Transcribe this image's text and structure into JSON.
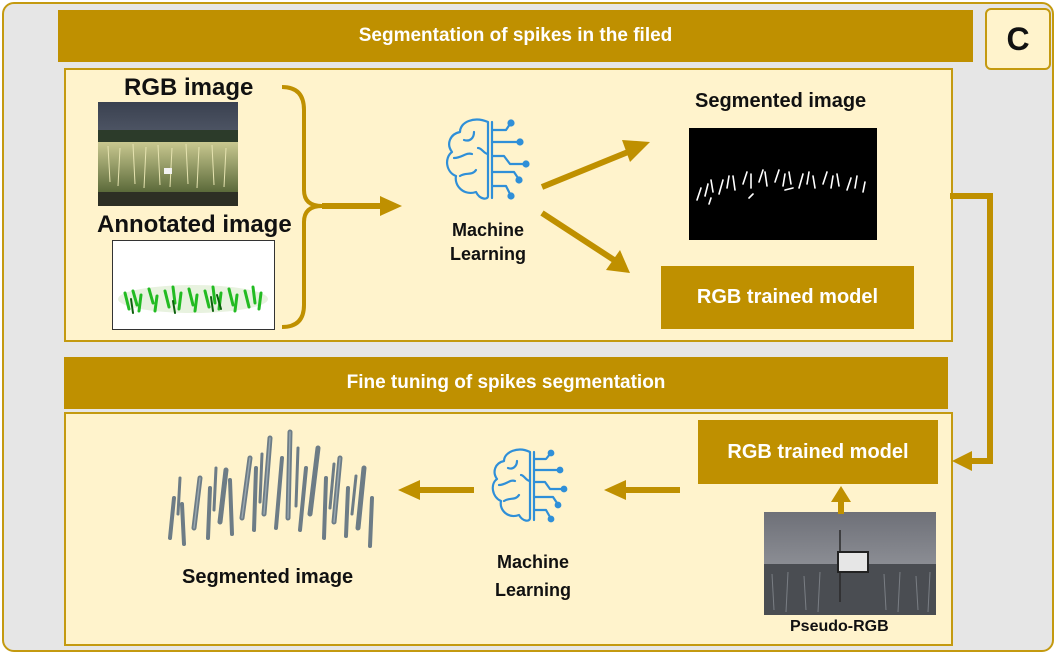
{
  "panel_letter": "C",
  "top_section": {
    "title": "Segmentation of spikes in the filed",
    "rgb_label": "RGB image",
    "annotated_label": "Annotated image",
    "ml_line1": "Machine",
    "ml_line2": "Learning",
    "segmented_label": "Segmented image",
    "trained_model": "RGB trained model"
  },
  "bottom_section": {
    "title": "Fine tuning of spikes segmentation",
    "trained_model": "RGB trained model",
    "ml_line1": "Machine",
    "ml_line2": "Learning",
    "segmented_label": "Segmented image",
    "pseudo_label": "Pseudo-RGB"
  },
  "colors": {
    "gold": "#bf9000",
    "panel_fill": "#fff3cc",
    "outer_fill": "#e6e6e6",
    "brain_blue": "#2f8fd8"
  }
}
